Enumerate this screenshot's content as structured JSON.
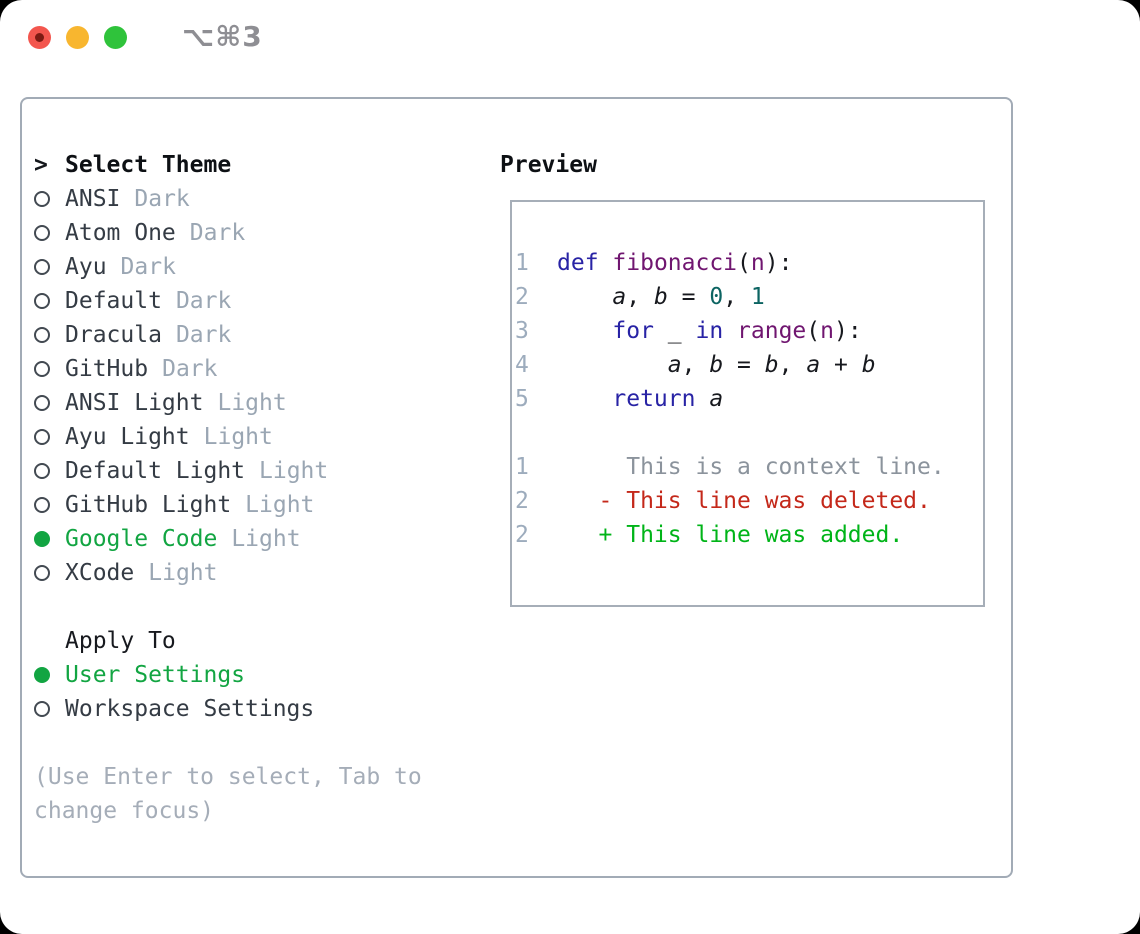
{
  "titlebar": {
    "shortcut": "⌥⌘3",
    "buttons": [
      {
        "name": "close",
        "color": "#f3564e",
        "dot_color": "#7c1b13"
      },
      {
        "name": "minimize",
        "color": "#f8b62f"
      },
      {
        "name": "zoom",
        "color": "#2fc33b"
      }
    ]
  },
  "theme_section": {
    "cursor": ">",
    "title": "Select Theme",
    "items": [
      {
        "name": "ANSI",
        "variant": "Dark",
        "selected": false
      },
      {
        "name": "Atom One",
        "variant": "Dark",
        "selected": false
      },
      {
        "name": "Ayu",
        "variant": "Dark",
        "selected": false
      },
      {
        "name": "Default",
        "variant": "Dark",
        "selected": false
      },
      {
        "name": "Dracula",
        "variant": "Dark",
        "selected": false
      },
      {
        "name": "GitHub",
        "variant": "Dark",
        "selected": false
      },
      {
        "name": "ANSI Light",
        "variant": "Light",
        "selected": false
      },
      {
        "name": "Ayu Light",
        "variant": "Light",
        "selected": false
      },
      {
        "name": "Default Light",
        "variant": "Light",
        "selected": false
      },
      {
        "name": "GitHub Light",
        "variant": "Light",
        "selected": false
      },
      {
        "name": "Google Code",
        "variant": "Light",
        "selected": true
      },
      {
        "name": "XCode",
        "variant": "Light",
        "selected": false
      }
    ]
  },
  "apply_section": {
    "title": "Apply To",
    "items": [
      {
        "name": "User Settings",
        "selected": true
      },
      {
        "name": "Workspace Settings",
        "selected": false
      }
    ]
  },
  "help_lines": [
    "(Use Enter to select, Tab to",
    "change focus)"
  ],
  "preview": {
    "title": "Preview",
    "code_lines": [
      {
        "num": "1",
        "tokens": [
          {
            "t": "def",
            "c": "kw"
          },
          {
            "t": " ",
            "c": "pln"
          },
          {
            "t": "fibonacci",
            "c": "fn"
          },
          {
            "t": "(",
            "c": "pln"
          },
          {
            "t": "n",
            "c": "fn"
          },
          {
            "t": "):",
            "c": "pln"
          }
        ]
      },
      {
        "num": "2",
        "tokens": [
          {
            "t": "    ",
            "c": "pln"
          },
          {
            "t": "a",
            "c": "var"
          },
          {
            "t": ", ",
            "c": "pln"
          },
          {
            "t": "b",
            "c": "var"
          },
          {
            "t": " = ",
            "c": "pln"
          },
          {
            "t": "0",
            "c": "num"
          },
          {
            "t": ", ",
            "c": "pln"
          },
          {
            "t": "1",
            "c": "num"
          }
        ]
      },
      {
        "num": "3",
        "tokens": [
          {
            "t": "    ",
            "c": "pln"
          },
          {
            "t": "for",
            "c": "kw"
          },
          {
            "t": " _ ",
            "c": "pln"
          },
          {
            "t": "in",
            "c": "kw"
          },
          {
            "t": " ",
            "c": "pln"
          },
          {
            "t": "range",
            "c": "fn"
          },
          {
            "t": "(",
            "c": "pln"
          },
          {
            "t": "n",
            "c": "fn"
          },
          {
            "t": "):",
            "c": "pln"
          }
        ]
      },
      {
        "num": "4",
        "tokens": [
          {
            "t": "        ",
            "c": "pln"
          },
          {
            "t": "a",
            "c": "var"
          },
          {
            "t": ", ",
            "c": "pln"
          },
          {
            "t": "b",
            "c": "var"
          },
          {
            "t": " = ",
            "c": "pln"
          },
          {
            "t": "b",
            "c": "var"
          },
          {
            "t": ", ",
            "c": "pln"
          },
          {
            "t": "a",
            "c": "var"
          },
          {
            "t": " + ",
            "c": "pln"
          },
          {
            "t": "b",
            "c": "var"
          }
        ]
      },
      {
        "num": "5",
        "tokens": [
          {
            "t": "    ",
            "c": "pln"
          },
          {
            "t": "return",
            "c": "kw"
          },
          {
            "t": " ",
            "c": "pln"
          },
          {
            "t": "a",
            "c": "var"
          }
        ]
      }
    ],
    "diff_lines": [
      {
        "num": "1",
        "text": "     This is a context line.",
        "type": "ctx"
      },
      {
        "num": "2",
        "text": "   - This line was deleted.",
        "type": "del"
      },
      {
        "num": "2",
        "text": "   + This line was added.",
        "type": "add"
      }
    ]
  },
  "colors": {
    "accent_green": "#12a542",
    "diff_added": "#00b418",
    "diff_deleted": "#c4281a",
    "diff_context": "#8b939c",
    "line_number": "#9dacbd",
    "syntax_keyword": "#2823a5",
    "syntax_function": "#701670",
    "syntax_number": "#0c6462",
    "panel_border": "#a2abb6",
    "muted_text": "#9aa6b3"
  }
}
